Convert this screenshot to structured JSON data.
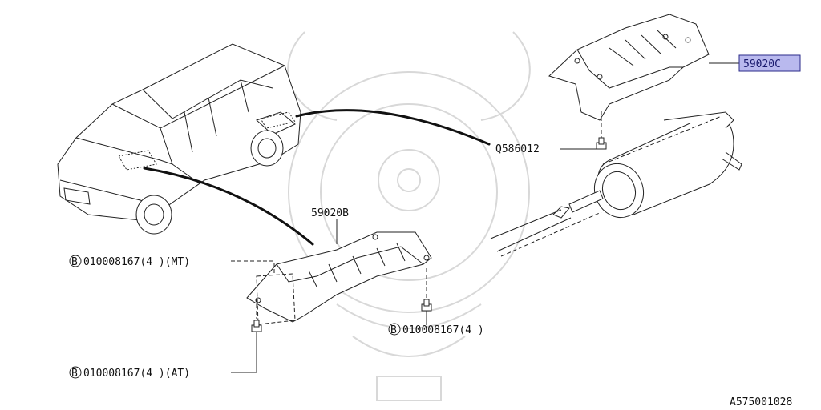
{
  "diagram": {
    "callouts": {
      "heat_shield_rear": "59020C",
      "heat_shield_front": "59020B",
      "bolt_rear": "Q586012",
      "bolt_mt": "010008167(4 )(MT)",
      "bolt_at": "010008167(4 )(AT)",
      "bolt_right": "010008167(4 )"
    },
    "symbol_b": "B",
    "reference": "A575001028",
    "colors": {
      "highlight_fill": "#b9b9ee",
      "highlight_stroke": "#2a2a8a",
      "line": "#222222",
      "watermark": "#d8d8d8"
    }
  }
}
